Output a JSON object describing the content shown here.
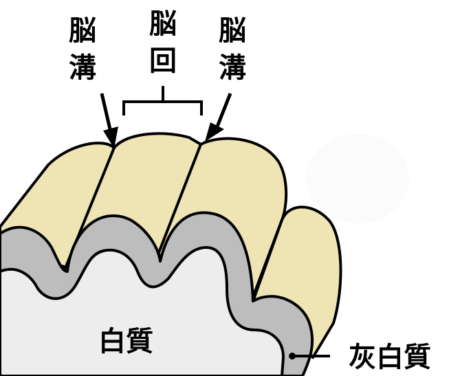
{
  "labels": {
    "sulcus_left": [
      "脳",
      "溝"
    ],
    "gyrus": [
      "脳",
      "回"
    ],
    "sulcus_right": [
      "脳",
      "溝"
    ],
    "white_matter": "白質",
    "gray_matter": "灰白質"
  },
  "colors": {
    "gyrus_surface": "#EFE5B4",
    "gray_matter": "#BDBDBD",
    "white_matter": "#EDEDED",
    "outline": "#000000",
    "background": "#FFFFFF"
  }
}
